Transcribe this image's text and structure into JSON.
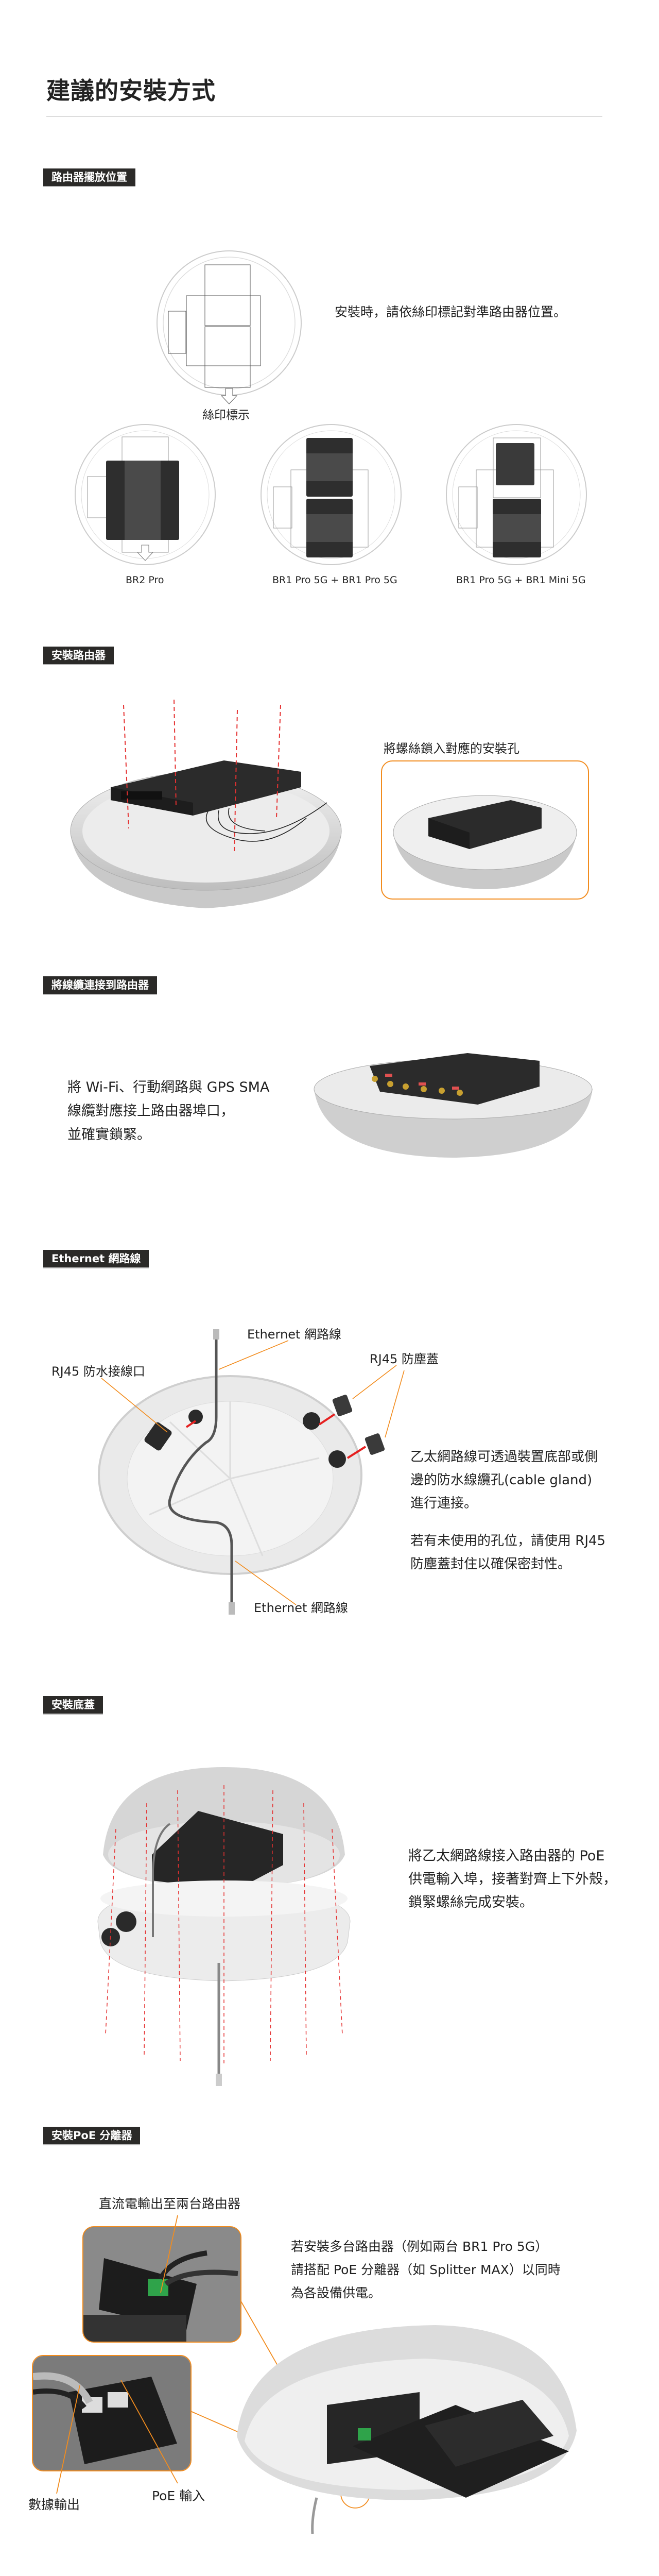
{
  "page": {
    "title": "建議的安裝方式"
  },
  "sections": {
    "placement": {
      "label": "路由器擺放位置",
      "instruction": "安裝時，請依絲印標記對準路由器位置。",
      "silkscreen_caption": "絲印標示",
      "configs": [
        {
          "label": "BR2 Pro"
        },
        {
          "label": "BR1 Pro 5G + BR1 Pro 5G"
        },
        {
          "label": "BR1 Pro 5G + BR1 Mini 5G"
        }
      ]
    },
    "install_router": {
      "label": "安裝路由器",
      "callout": "將螺絲鎖入對應的安裝孔"
    },
    "connect_cables": {
      "label": "將線纜連接到路由器",
      "lines": [
        "將 Wi-Fi、行動網路與 GPS SMA",
        "線纜對應接上路由器埠口，",
        "並確實鎖緊。"
      ]
    },
    "ethernet": {
      "label": "Ethernet 網路線",
      "callouts": {
        "cable_top": "Ethernet 網路線",
        "dust_cap": "RJ45 防塵蓋",
        "waterproof_port": "RJ45 防水接線口",
        "cable_bottom": "Ethernet 網路線"
      },
      "para1": [
        "乙太網路線可透過裝置底部或側",
        "邊的防水線纜孔(cable gland)",
        "進行連接。"
      ],
      "para2": [
        "若有未使用的孔位，請使用 RJ45",
        "防塵蓋封住以確保密封性。"
      ]
    },
    "base_cover": {
      "label": "安裝底蓋",
      "lines": [
        "將乙太網路線接入路由器的 PoE",
        "供電輸入埠，接著對齊上下外殼，",
        "鎖緊螺絲完成安裝。"
      ]
    },
    "poe_splitter": {
      "label": "安裝PoE 分離器",
      "callouts": {
        "dc_out": "直流電輸出至兩台路由器",
        "data_out": "數據輸出",
        "poe_in": "PoE 輸入"
      },
      "lines": [
        "若安裝多台路由器（例如兩台 BR1 Pro 5G）",
        "請搭配 PoE 分離器（如 Splitter MAX）以同時",
        "為各設備供電。"
      ]
    }
  },
  "colors": {
    "accent_orange": "#f28c1e",
    "label_bg": "#2b2a28",
    "device_dark": "#2a2a2a",
    "screw_line_red": "#e53030"
  }
}
